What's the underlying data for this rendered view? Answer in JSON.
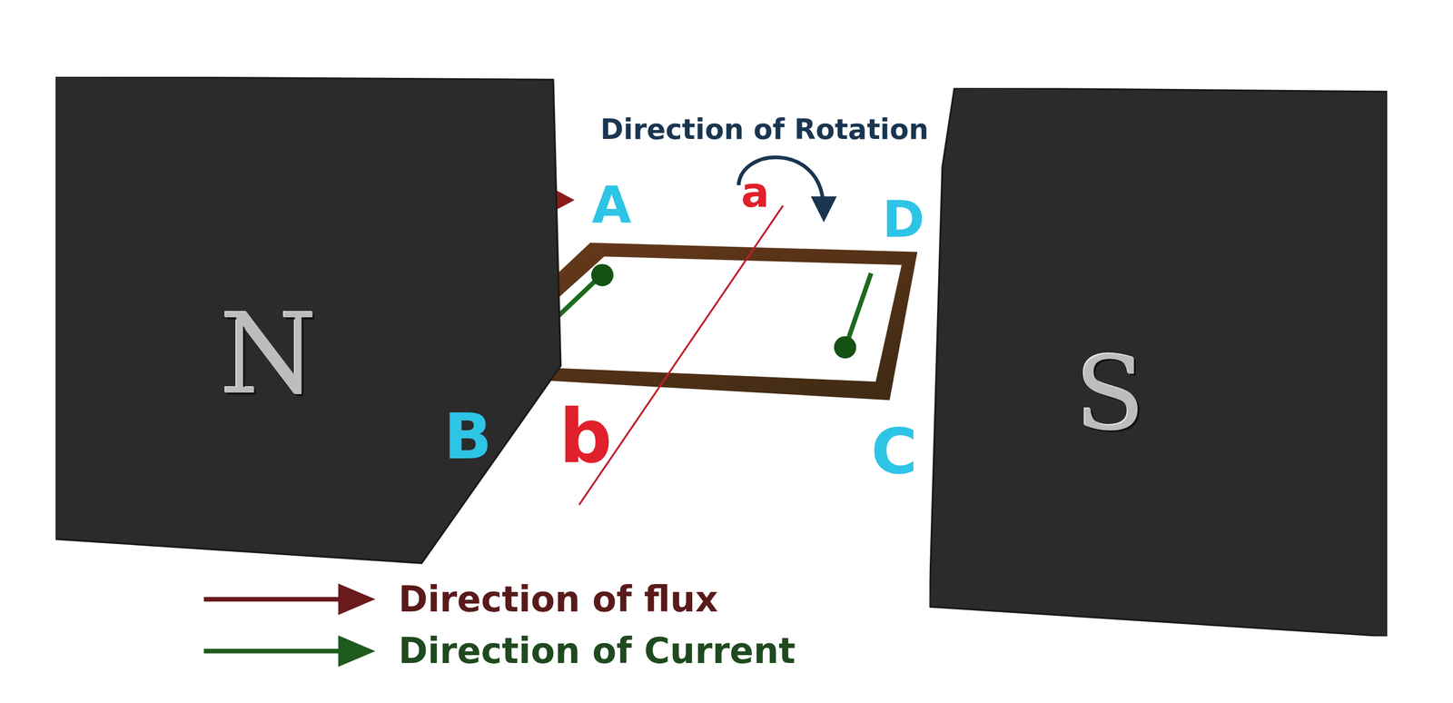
{
  "diagram": {
    "nodes": [
      {
        "text": [
          "N"
        ]
      },
      {
        "text": [
          "S"
        ]
      }
    ],
    "labels": [
      "Direction of Rotation",
      "A",
      "a",
      "D",
      "B",
      "b",
      "C"
    ],
    "legend": [
      {
        "text": "Direction of flux"
      },
      {
        "text": "Direction of Current"
      }
    ]
  }
}
